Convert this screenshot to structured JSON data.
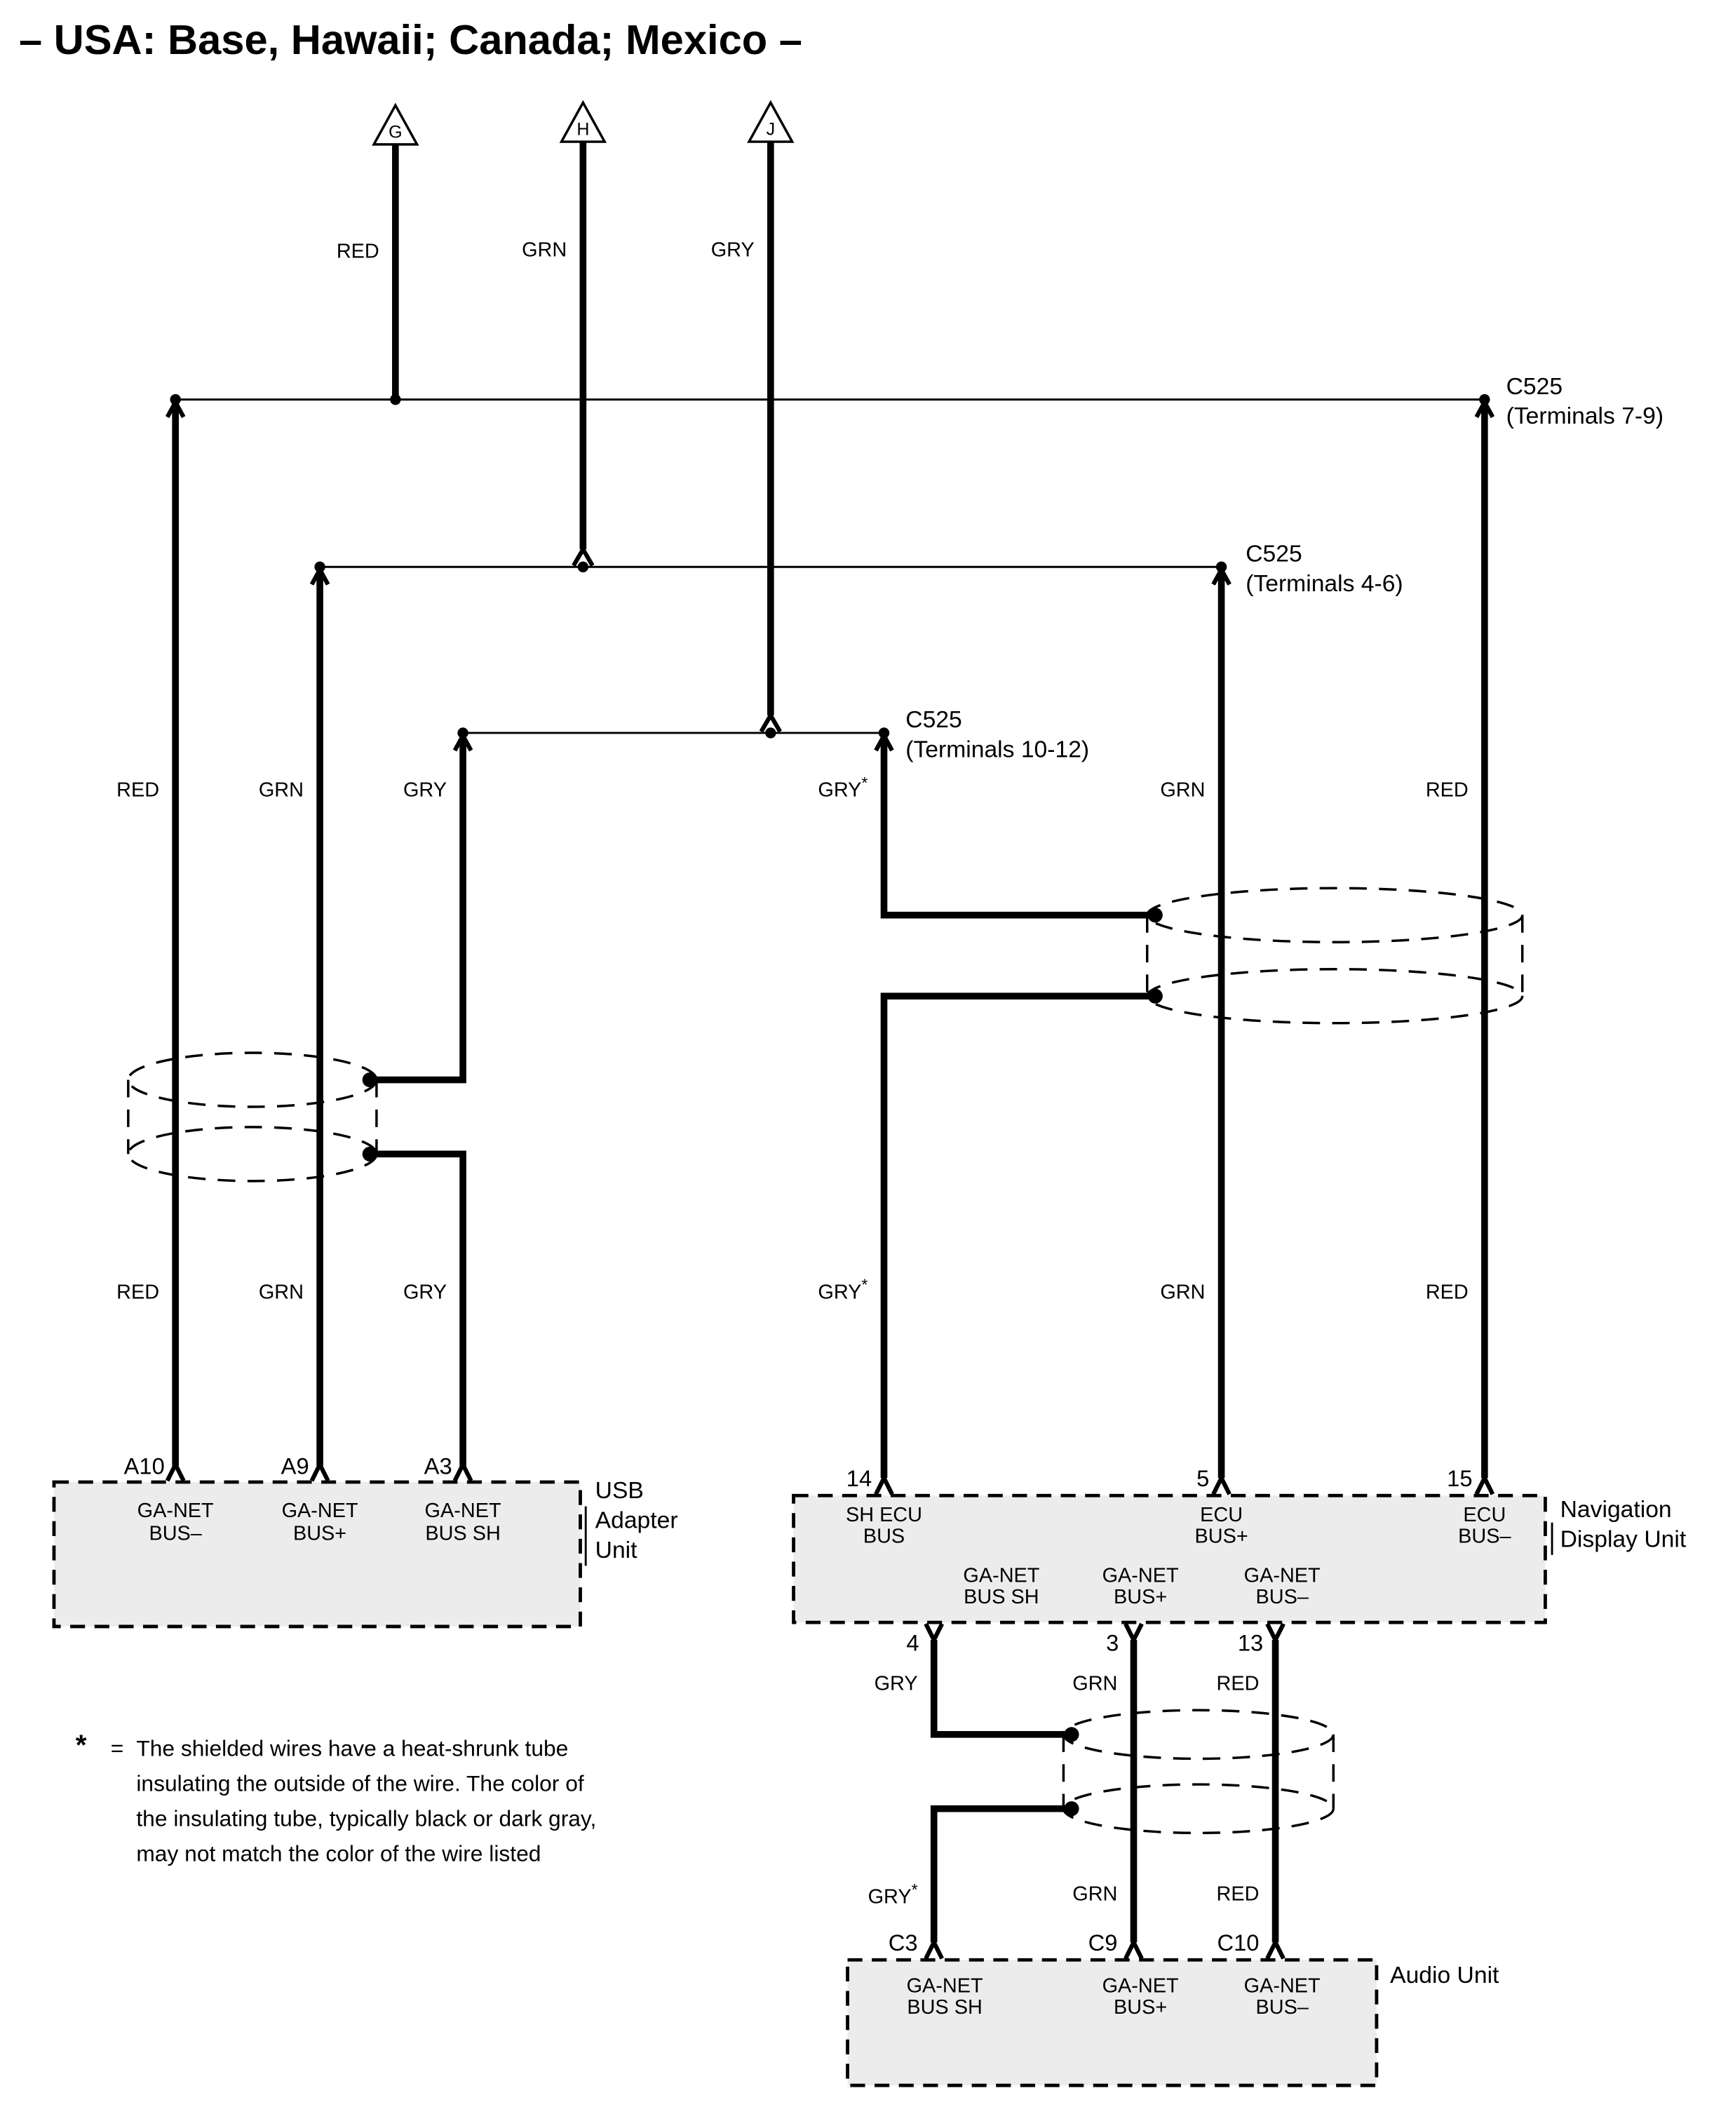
{
  "title": "– USA: Base, Hawaii; Canada; Mexico  –",
  "palette": {
    "line": "#000000",
    "unit_fill": "#ececec",
    "background": "#ffffff"
  },
  "triangle_connectors": {
    "g": "G",
    "h": "H",
    "j": "J"
  },
  "wire_colors": {
    "red": "RED",
    "green": "GRN",
    "gray": "GRY",
    "star": "*"
  },
  "connectors": {
    "c525_7_9": {
      "name": "C525",
      "terminals": "(Terminals 7-9)"
    },
    "c525_4_6": {
      "name": "C525",
      "terminals": "(Terminals 4-6)"
    },
    "c525_10_12": {
      "name": "C525",
      "terminals": "(Terminals 10-12)"
    }
  },
  "usb_adapter_unit": {
    "name_lines": [
      "USB",
      "Adapter",
      "Unit"
    ],
    "pins": [
      {
        "id": "A10",
        "label_lines": [
          "GA-NET",
          "BUS–"
        ]
      },
      {
        "id": "A9",
        "label_lines": [
          "GA-NET",
          "BUS+"
        ]
      },
      {
        "id": "A3",
        "label_lines": [
          "GA-NET",
          "BUS SH"
        ]
      }
    ]
  },
  "navigation_display_unit": {
    "name_lines": [
      "Navigation",
      "Display Unit"
    ],
    "top_pins": [
      {
        "id": "14",
        "label_lines": [
          "SH ECU",
          "BUS"
        ]
      },
      {
        "id": "5",
        "label_lines": [
          "ECU",
          "BUS+"
        ]
      },
      {
        "id": "15",
        "label_lines": [
          "ECU",
          "BUS–"
        ]
      }
    ],
    "bottom_pins": [
      {
        "id": "4",
        "label_lines": [
          "GA-NET",
          "BUS SH"
        ]
      },
      {
        "id": "3",
        "label_lines": [
          "GA-NET",
          "BUS+"
        ]
      },
      {
        "id": "13",
        "label_lines": [
          "GA-NET",
          "BUS–"
        ]
      }
    ]
  },
  "audio_unit": {
    "name": "Audio Unit",
    "pins": [
      {
        "id": "C3",
        "label_lines": [
          "GA-NET",
          "BUS SH"
        ]
      },
      {
        "id": "C9",
        "label_lines": [
          "GA-NET",
          "BUS+"
        ]
      },
      {
        "id": "C10",
        "label_lines": [
          "GA-NET",
          "BUS–"
        ]
      }
    ]
  },
  "footnote": {
    "symbol": "*",
    "equals": "=",
    "lines": [
      "The shielded wires have a heat-shrunk tube",
      "insulating the outside of the wire.  The color of",
      "the insulating tube, typically black or dark gray,",
      "may not match the color of the wire listed"
    ]
  }
}
